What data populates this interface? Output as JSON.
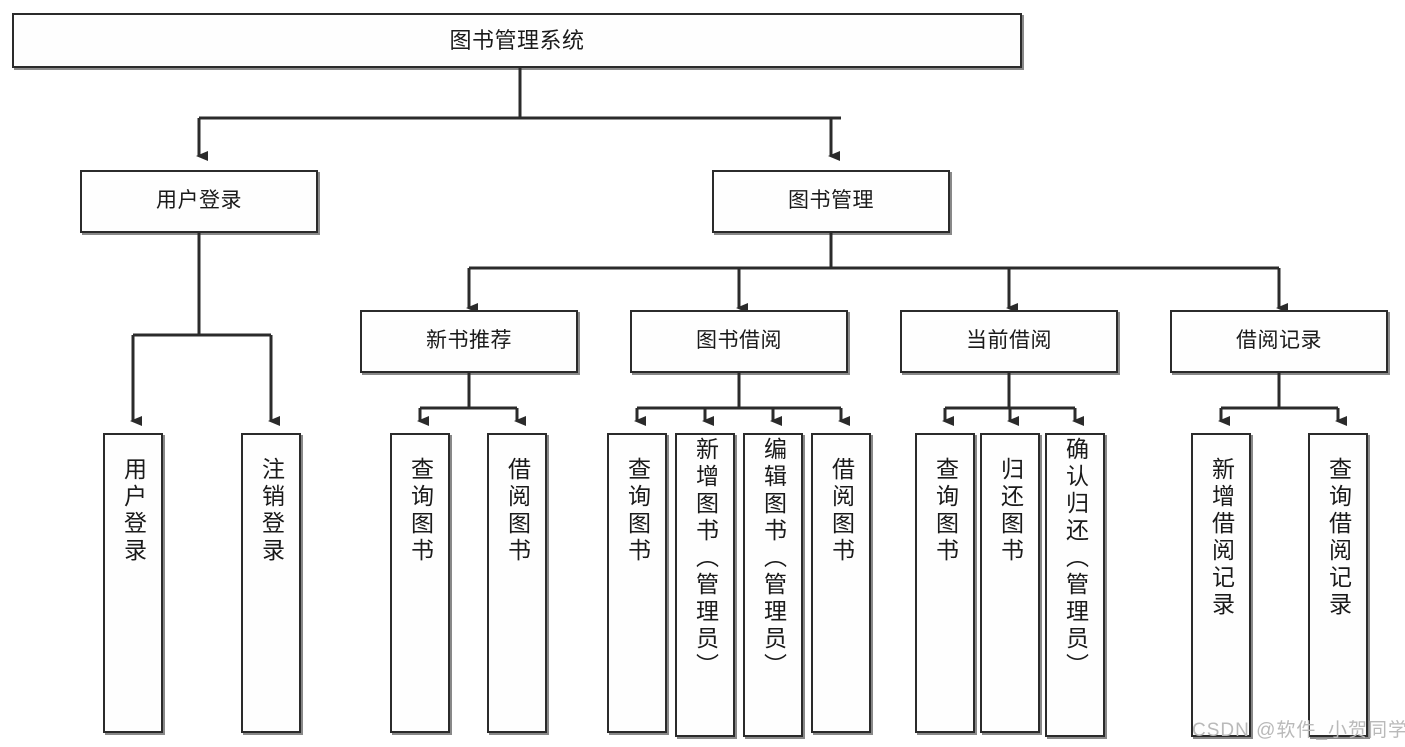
{
  "diagram": {
    "type": "hierarchy-tree",
    "title": "图书管理系统",
    "watermark": "CSDN @软件_小贺同学",
    "colors": {
      "stroke": "#2b2b2b",
      "fill": "#fefefe",
      "text": "#1a1a1a",
      "watermark": "#b9b9b9",
      "background": "#ffffff"
    },
    "root": {
      "id": "root",
      "label": "图书管理系统"
    },
    "level2": [
      {
        "id": "user-login",
        "label": "用户登录"
      },
      {
        "id": "book-manage",
        "label": "图书管理"
      }
    ],
    "level3": [
      {
        "id": "new-book-recommend",
        "label": "新书推荐",
        "parent": "book-manage"
      },
      {
        "id": "book-borrow",
        "label": "图书借阅",
        "parent": "book-manage"
      },
      {
        "id": "current-borrow",
        "label": "当前借阅",
        "parent": "book-manage"
      },
      {
        "id": "borrow-record",
        "label": "借阅记录",
        "parent": "book-manage"
      }
    ],
    "leaves": {
      "user-login": [
        {
          "id": "leaf-user-login",
          "label": "用户登录"
        },
        {
          "id": "leaf-user-logout",
          "label": "注销登录"
        }
      ],
      "new-book-recommend": [
        {
          "id": "leaf-query-book-1",
          "label": "查询图书"
        },
        {
          "id": "leaf-borrow-book-1",
          "label": "借阅图书"
        }
      ],
      "book-borrow": [
        {
          "id": "leaf-query-book-2",
          "label": "查询图书"
        },
        {
          "id": "leaf-add-book",
          "label": "新增图书（管理员）"
        },
        {
          "id": "leaf-edit-book",
          "label": "编辑图书（管理员）"
        },
        {
          "id": "leaf-borrow-book-2",
          "label": "借阅图书"
        }
      ],
      "current-borrow": [
        {
          "id": "leaf-query-book-3",
          "label": "查询图书"
        },
        {
          "id": "leaf-return-book",
          "label": "归还图书"
        },
        {
          "id": "leaf-confirm-return",
          "label": "确认归还（管理员）"
        }
      ],
      "borrow-record": [
        {
          "id": "leaf-add-record",
          "label": "新增借阅记录"
        },
        {
          "id": "leaf-query-record",
          "label": "查询借阅记录"
        }
      ]
    }
  }
}
